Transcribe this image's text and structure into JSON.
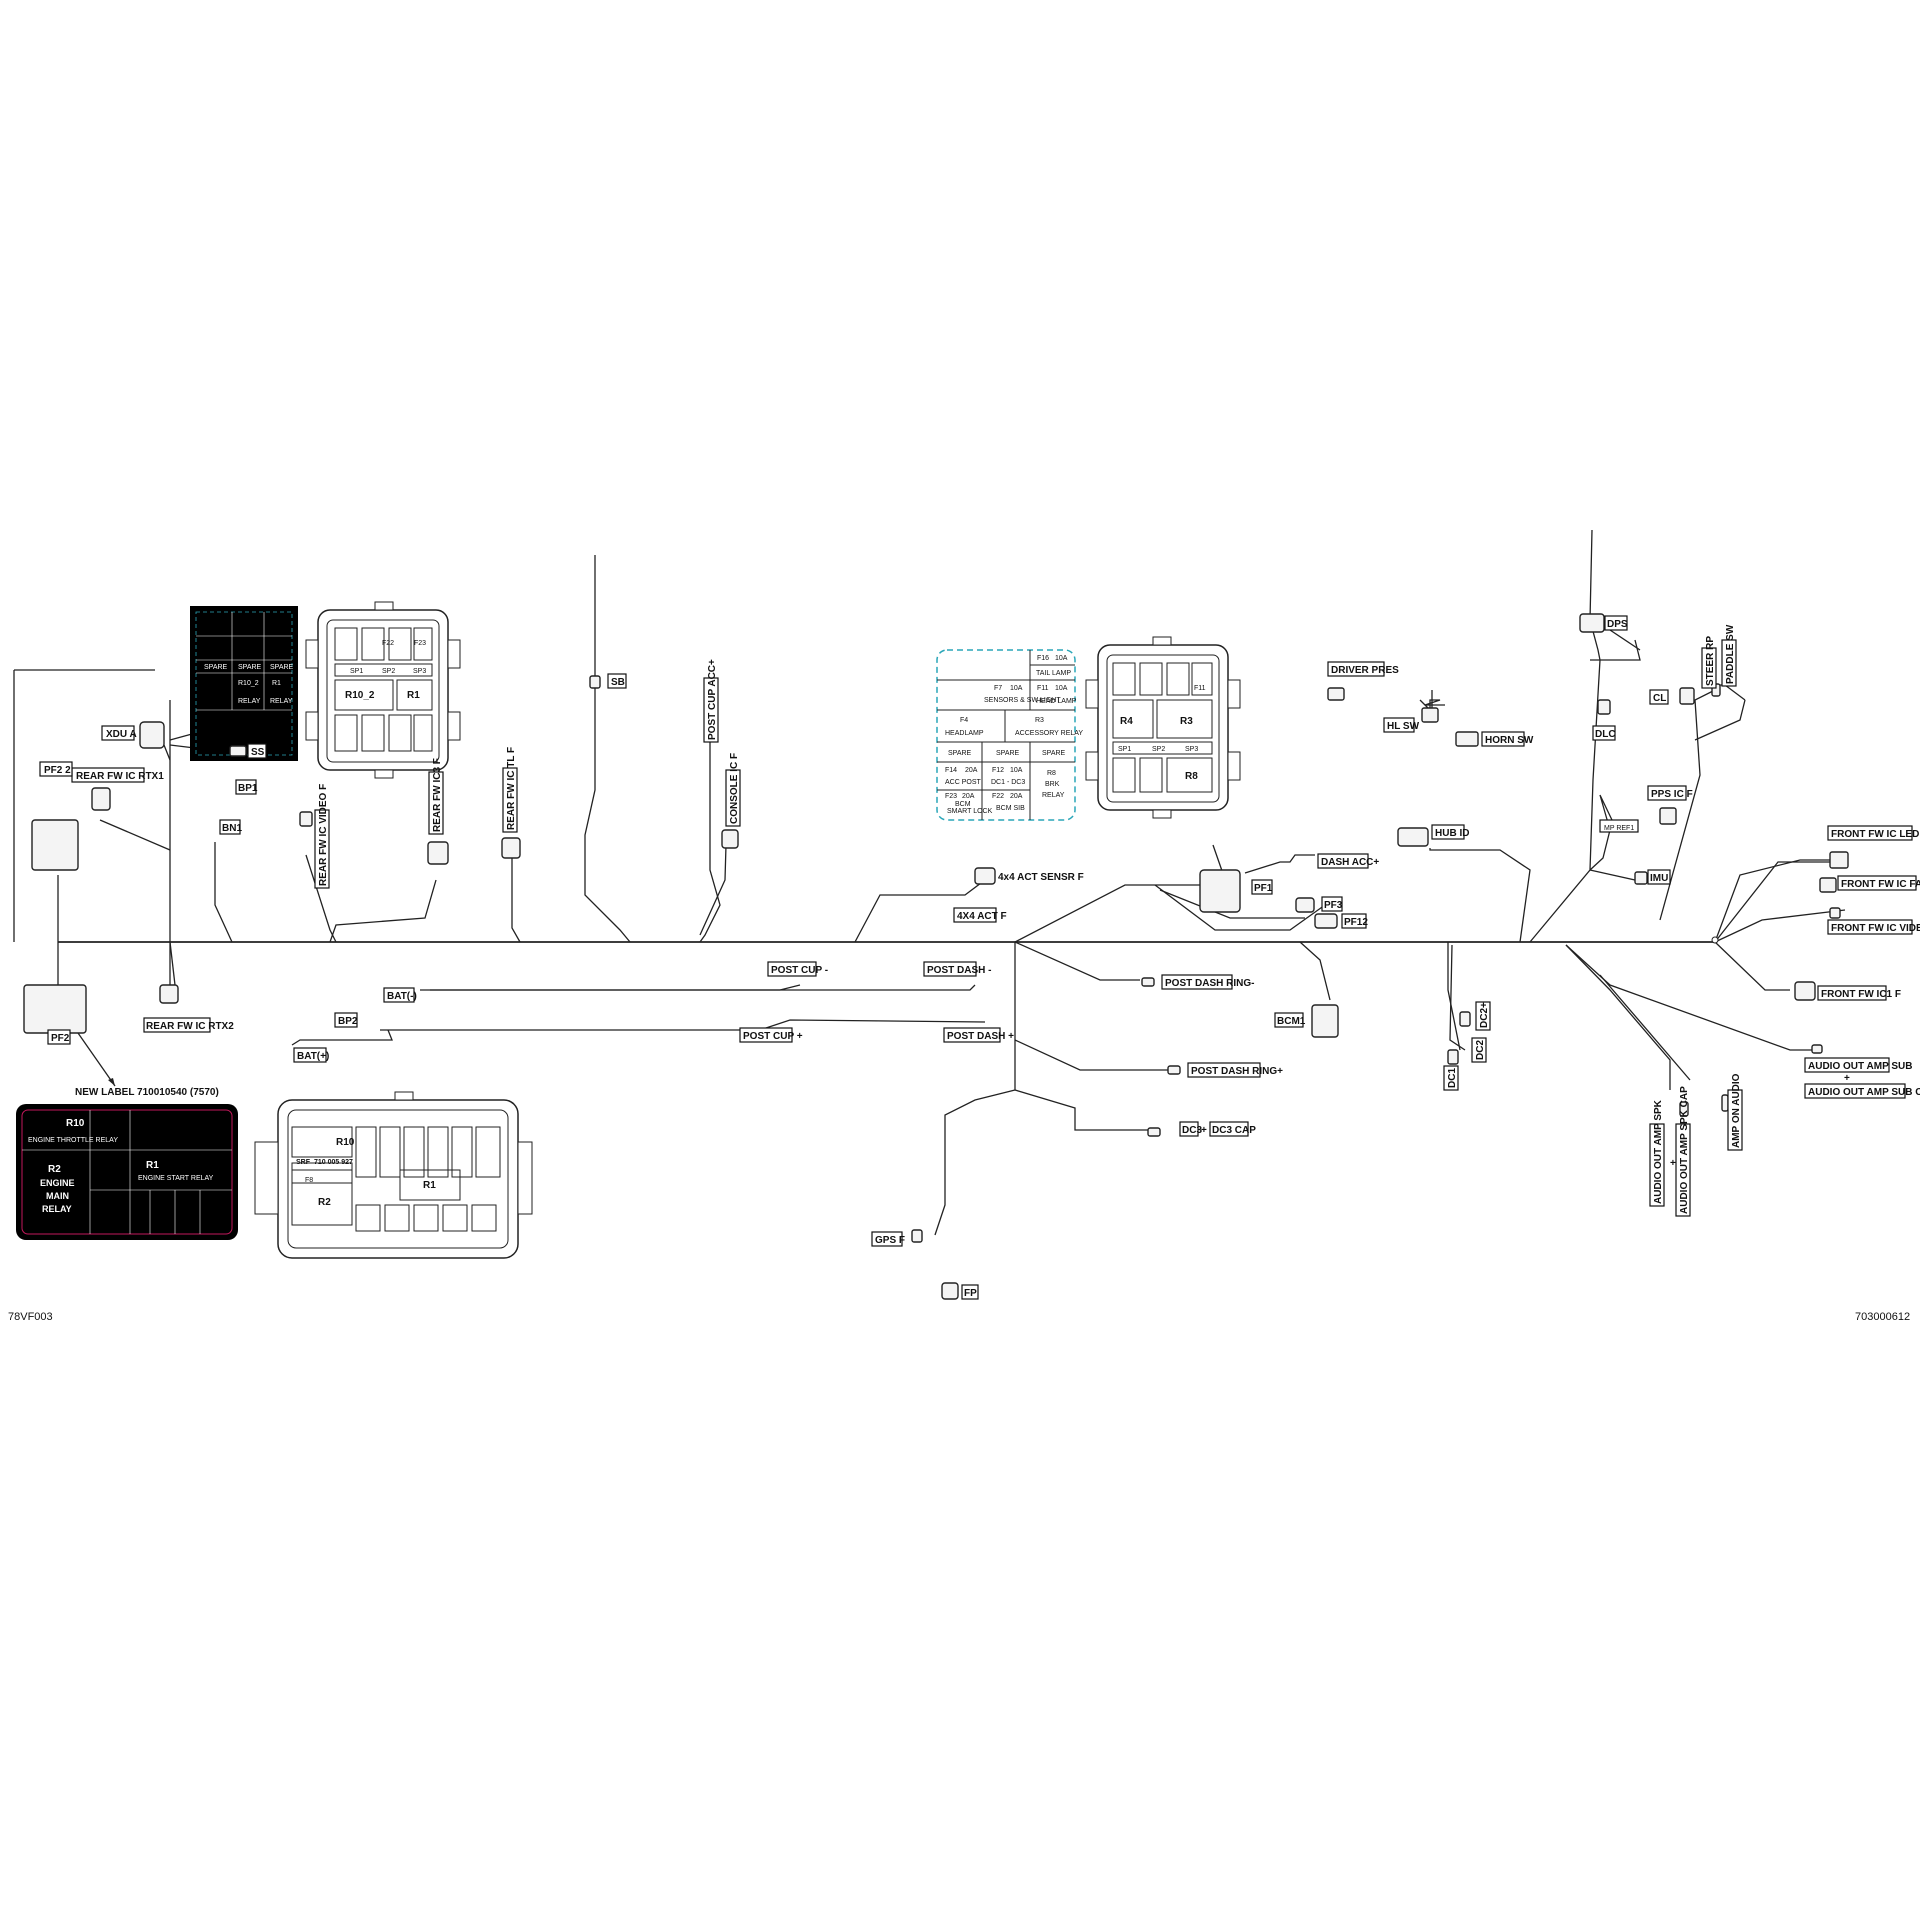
{
  "codes": {
    "left": "78VF003",
    "right": "703000612"
  },
  "labels": {
    "xdu_a": "XDU A",
    "rear_fw_ic_rtx1": "REAR FW IC RTX1",
    "pf2_2": "PF2 2",
    "pf2": "PF2",
    "ss": "SS",
    "bp1": "BP1",
    "bn1": "BN1",
    "rear_fw_ic_video_f": "REAR FW IC VIDEO F",
    "rear_fw_ic3_f": "REAR FW IC3 F",
    "rear_fw_ic_tl_f": "REAR FW IC TL F",
    "sb": "SB",
    "post_cup_acc_plus": "POST CUP ACC+",
    "console_ic_f": "CONSOLE IC F",
    "rear_fw_ic_rtx2": "REAR FW IC RTX2",
    "bat_minus": "BAT(-)",
    "bp2": "BP2",
    "bat_plus": "BAT(+)",
    "post_cup_minus": "POST CUP -",
    "post_cup_plus": "POST CUP +",
    "post_dash_minus": "POST DASH -",
    "post_dash_plus": "POST DASH +",
    "act_sensr_f": "4x4 ACT SENSR F",
    "act_f": "4X4 ACT F",
    "post_dash_ring_minus": "POST DASH RING-",
    "post_dash_ring_plus": "POST DASH RING+",
    "dc3": "DC3",
    "dc3_cap": "DC3 CAP",
    "gps_f": "GPS F",
    "fp": "FP",
    "pf1": "PF1",
    "dash_acc_plus": "DASH ACC+",
    "pf3": "PF3",
    "pf12": "PF12",
    "bcm1": "BCM1",
    "dc1": "DC1",
    "dc2": "DC2",
    "dc2_plus": "DC2+",
    "driver_pres": "DRIVER PRES",
    "hl_sw": "HL SW",
    "horn_sw": "HORN SW",
    "hub_id": "HUB ID",
    "dps": "DPS",
    "dlc": "DLC",
    "mp_ref1": "MP REF1",
    "imu": "IMU",
    "cl": "CL",
    "steer_rp": "STEER RP",
    "paddle_sw": "PADDLE SW",
    "pps_ic_f": "PPS IC F",
    "front_fw_ic_led_cap": "FRONT FW IC LED CAP",
    "front_fw_ic_fan_f": "FRONT FW IC FAN F",
    "front_fw_ic_video_f": "FRONT FW IC VIDEO F",
    "front_fw_ic1_f": "FRONT FW IC1 F",
    "audio_out_amp_sub": "AUDIO OUT AMP SUB",
    "audio_out_amp_sub_cap": "AUDIO OUT AMP SUB CAP",
    "audio_out_amp_spk": "AUDIO OUT AMP SPK",
    "audio_out_amp_spk_cap": "AUDIO OUT AMP SPK CAP",
    "amp_on_audio": "AMP ON AUDIO",
    "plus": "+",
    "new_label": "NEW LABEL 710010540 (7570)"
  },
  "fuse_labels": {
    "top_left": {
      "spare": "SPARE",
      "r10_2": "R10_2",
      "r1": "R1",
      "relay": "RELAY"
    },
    "center": {
      "f16": "F16",
      "f16_a": "10A",
      "f16_name": "TAIL LAMP",
      "f7": "F7",
      "f7_a": "10A",
      "f7_name": "SENSORS & SW LIGHT",
      "f11": "F11",
      "f11_a": "10A",
      "f11_name": "HEAD LAMP",
      "f4": "F4",
      "f4_name": "HEADLAMP",
      "r3": "R3",
      "r3_name": "ACCESSORY RELAY",
      "spare": "SPARE",
      "f14": "F14",
      "f14_a": "20A",
      "f14_name": "ACC POST",
      "f12": "F12",
      "f12_a": "10A",
      "f12_name": "DC1 - DC3",
      "r8": "R8",
      "r8_name1": "BRK",
      "r8_name2": "RELAY",
      "f23": "F23",
      "f23_a": "20A",
      "f23_name1": "BCM",
      "f23_name2": "SMART LOCK",
      "f22": "F22",
      "f22_a": "20A",
      "f22_name": "BCM SIB"
    },
    "bottom_left": {
      "r10": "R10",
      "r10_name": "ENGINE THROTTLE RELAY",
      "r2": "R2",
      "r2_l1": "ENGINE",
      "r2_l2": "MAIN",
      "r2_l3": "RELAY",
      "r1": "R1",
      "r1_name": "ENGINE START RELAY"
    }
  },
  "fuse_box_text": {
    "box1": {
      "r10_2": "R10_2",
      "r1": "R1",
      "sp1": "SP1",
      "sp2": "SP2",
      "sp3": "SP3",
      "f22": "F22",
      "f23": "F23"
    },
    "box2": {
      "r4": "R4",
      "r3": "R3",
      "r8": "R8",
      "sp1": "SP1",
      "sp2": "SP2",
      "sp3": "SP3",
      "f11": "F11"
    },
    "box3": {
      "srf": "SRF",
      "part": "710 005 927",
      "r10": "R10",
      "r2": "R2",
      "r1": "R1",
      "f8": "F8"
    }
  },
  "colors": {
    "line": "#222222",
    "label_bg_dark": "#000000",
    "accent_cyan": "#2aa6b8",
    "accent_magenta": "#c2185b"
  }
}
